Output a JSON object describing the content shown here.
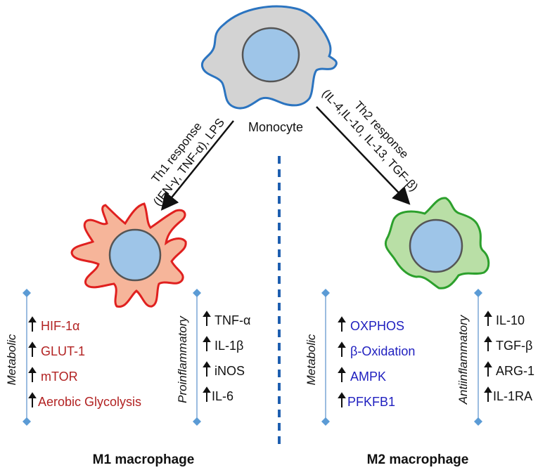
{
  "monocyte": {
    "label": "Monocyte"
  },
  "th1": {
    "line1": "Th1 response",
    "line2": "(IFN-γ, TNF-α), LPS"
  },
  "th2": {
    "line1": "Th2 response",
    "line2": "(IL-4,IL-10, IL-13, TGF-β)"
  },
  "m1": {
    "title": "M1 macrophage",
    "metabolic_label": "Metabolic",
    "metabolic_items": [
      "HIF-1α",
      "GLUT-1",
      "mTOR",
      "Aerobic Glycolysis"
    ],
    "proinflammatory_label": "Proinflammatory",
    "proinflammatory_items": [
      "TNF-α",
      "IL-1β",
      "iNOS",
      "IL-6"
    ]
  },
  "m2": {
    "title": "M2 macrophage",
    "metabolic_label": "Metabolic",
    "metabolic_items": [
      "OXPHOS",
      "β-Oxidation",
      "AMPK",
      "PFKFB1"
    ],
    "antiinflammatory_label": "Antiinflammatory",
    "antiinflammatory_items": [
      "IL-10",
      "TGF-β",
      "ARG-1",
      "IL-1RA"
    ]
  },
  "colors": {
    "m1_text": "#b22222",
    "m2_text": "#1f1fbf",
    "monocyte_fill": "#d3d3d3",
    "monocyte_stroke": "#2b74c0",
    "m1_fill": "#f6b59a",
    "m1_stroke": "#e0201f",
    "m2_fill": "#b9dfa6",
    "m2_stroke": "#2ca02c",
    "nucleus": "#9ec5e8",
    "divider": "#1f5fb0",
    "bracket": "#7aa6d6"
  }
}
